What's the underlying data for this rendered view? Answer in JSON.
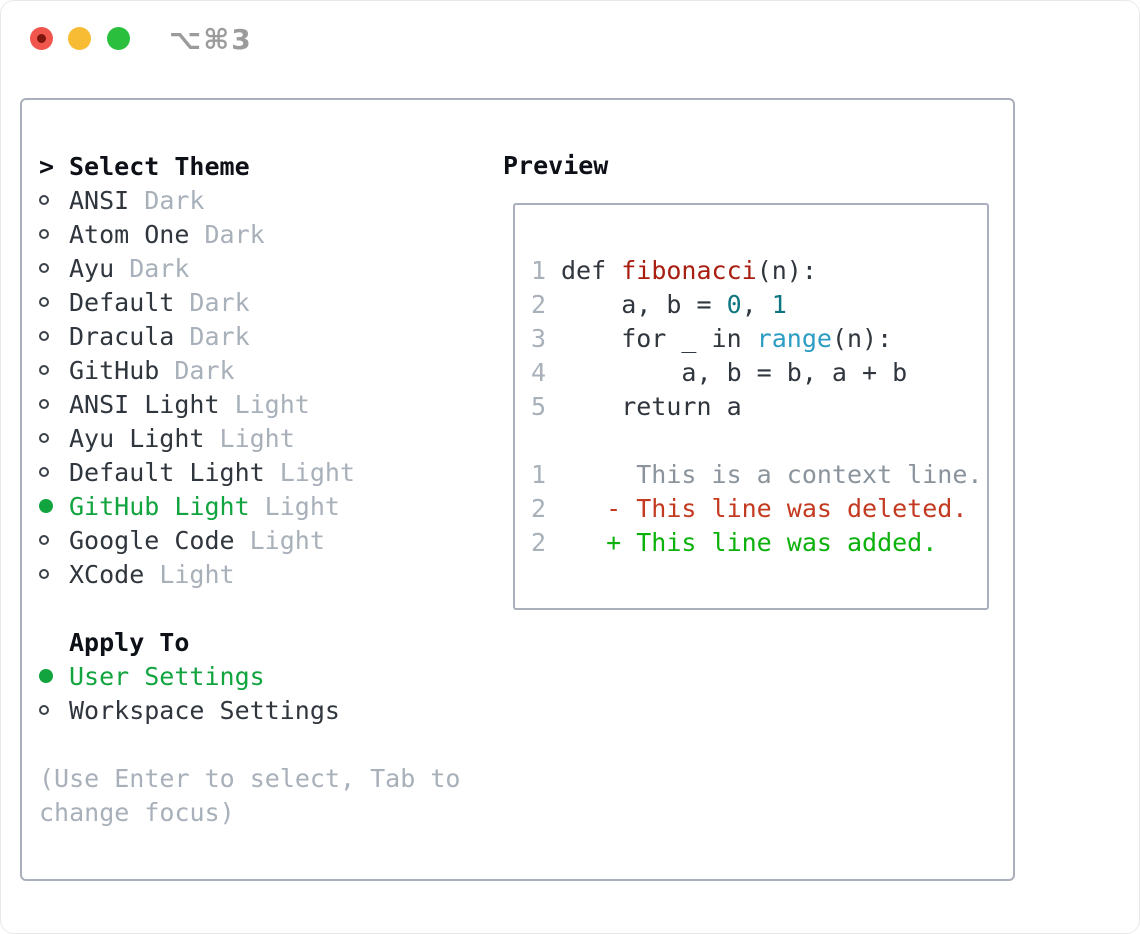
{
  "window": {
    "title": "⌥⌘3",
    "traffic_lights": [
      {
        "name": "close",
        "color": "#f0564c"
      },
      {
        "name": "minimize",
        "color": "#f7bc33"
      },
      {
        "name": "zoom",
        "color": "#2ac03d"
      }
    ]
  },
  "theme_picker": {
    "header_prefix": ">",
    "header_label": "Select Theme",
    "themes": [
      {
        "name": "ANSI",
        "variant": "Dark",
        "selected": false
      },
      {
        "name": "Atom One",
        "variant": "Dark",
        "selected": false
      },
      {
        "name": "Ayu",
        "variant": "Dark",
        "selected": false
      },
      {
        "name": "Default",
        "variant": "Dark",
        "selected": false
      },
      {
        "name": "Dracula",
        "variant": "Dark",
        "selected": false
      },
      {
        "name": "GitHub",
        "variant": "Dark",
        "selected": false
      },
      {
        "name": "ANSI Light",
        "variant": "Light",
        "selected": false
      },
      {
        "name": "Ayu Light",
        "variant": "Light",
        "selected": false
      },
      {
        "name": "Default Light",
        "variant": "Light",
        "selected": false
      },
      {
        "name": "GitHub Light",
        "variant": "Light",
        "selected": true
      },
      {
        "name": "Google Code",
        "variant": "Light",
        "selected": false
      },
      {
        "name": "XCode",
        "variant": "Light",
        "selected": false
      }
    ],
    "apply_to_label": "Apply To",
    "apply_options": [
      {
        "name": "User Settings",
        "selected": true
      },
      {
        "name": "Workspace Settings",
        "selected": false
      }
    ],
    "hint_lines": [
      "(Use Enter to select, Tab to",
      "change focus)"
    ]
  },
  "preview": {
    "header_label": "Preview",
    "lines": [
      {
        "num": "1",
        "tokens": [
          {
            "t": "def ",
            "c": "code"
          },
          {
            "t": "fibonacci",
            "c": "func"
          },
          {
            "t": "(n):",
            "c": "code"
          }
        ]
      },
      {
        "num": "2",
        "tokens": [
          {
            "t": "    a, b = ",
            "c": "code"
          },
          {
            "t": "0",
            "c": "num"
          },
          {
            "t": ", ",
            "c": "code"
          },
          {
            "t": "1",
            "c": "num"
          }
        ]
      },
      {
        "num": "3",
        "tokens": [
          {
            "t": "    for _ in ",
            "c": "code"
          },
          {
            "t": "range",
            "c": "builtin"
          },
          {
            "t": "(n):",
            "c": "code"
          }
        ]
      },
      {
        "num": "4",
        "tokens": [
          {
            "t": "        a, b = b, a + b",
            "c": "code"
          }
        ]
      },
      {
        "num": "5",
        "tokens": [
          {
            "t": "    return a",
            "c": "code"
          }
        ]
      },
      {
        "num": "",
        "tokens": []
      },
      {
        "num": "1",
        "tokens": [
          {
            "t": "     This is a context line.",
            "c": "context"
          }
        ]
      },
      {
        "num": "2",
        "tokens": [
          {
            "t": "   - This line was deleted.",
            "c": "deleted"
          }
        ]
      },
      {
        "num": "2",
        "tokens": [
          {
            "t": "   + This line was added.",
            "c": "added"
          }
        ]
      }
    ]
  },
  "colors": {
    "selected_green": "#11a43f",
    "added_green": "#0cb10c",
    "deleted_red": "#c33a20",
    "func_red": "#a81e10",
    "number_teal": "#0d7680",
    "builtin_blue": "#2b9cc3",
    "muted": "#a8b0ba",
    "context_gray": "#8b949c",
    "text": "#30363d",
    "heading": "#0d1117",
    "border": "#a9b0bb",
    "title_gray": "#9b9b9b",
    "traffic_red": "#f0564c",
    "traffic_red_dot": "#7e170b",
    "traffic_yellow": "#f7bc33",
    "traffic_green": "#2ac03d"
  }
}
